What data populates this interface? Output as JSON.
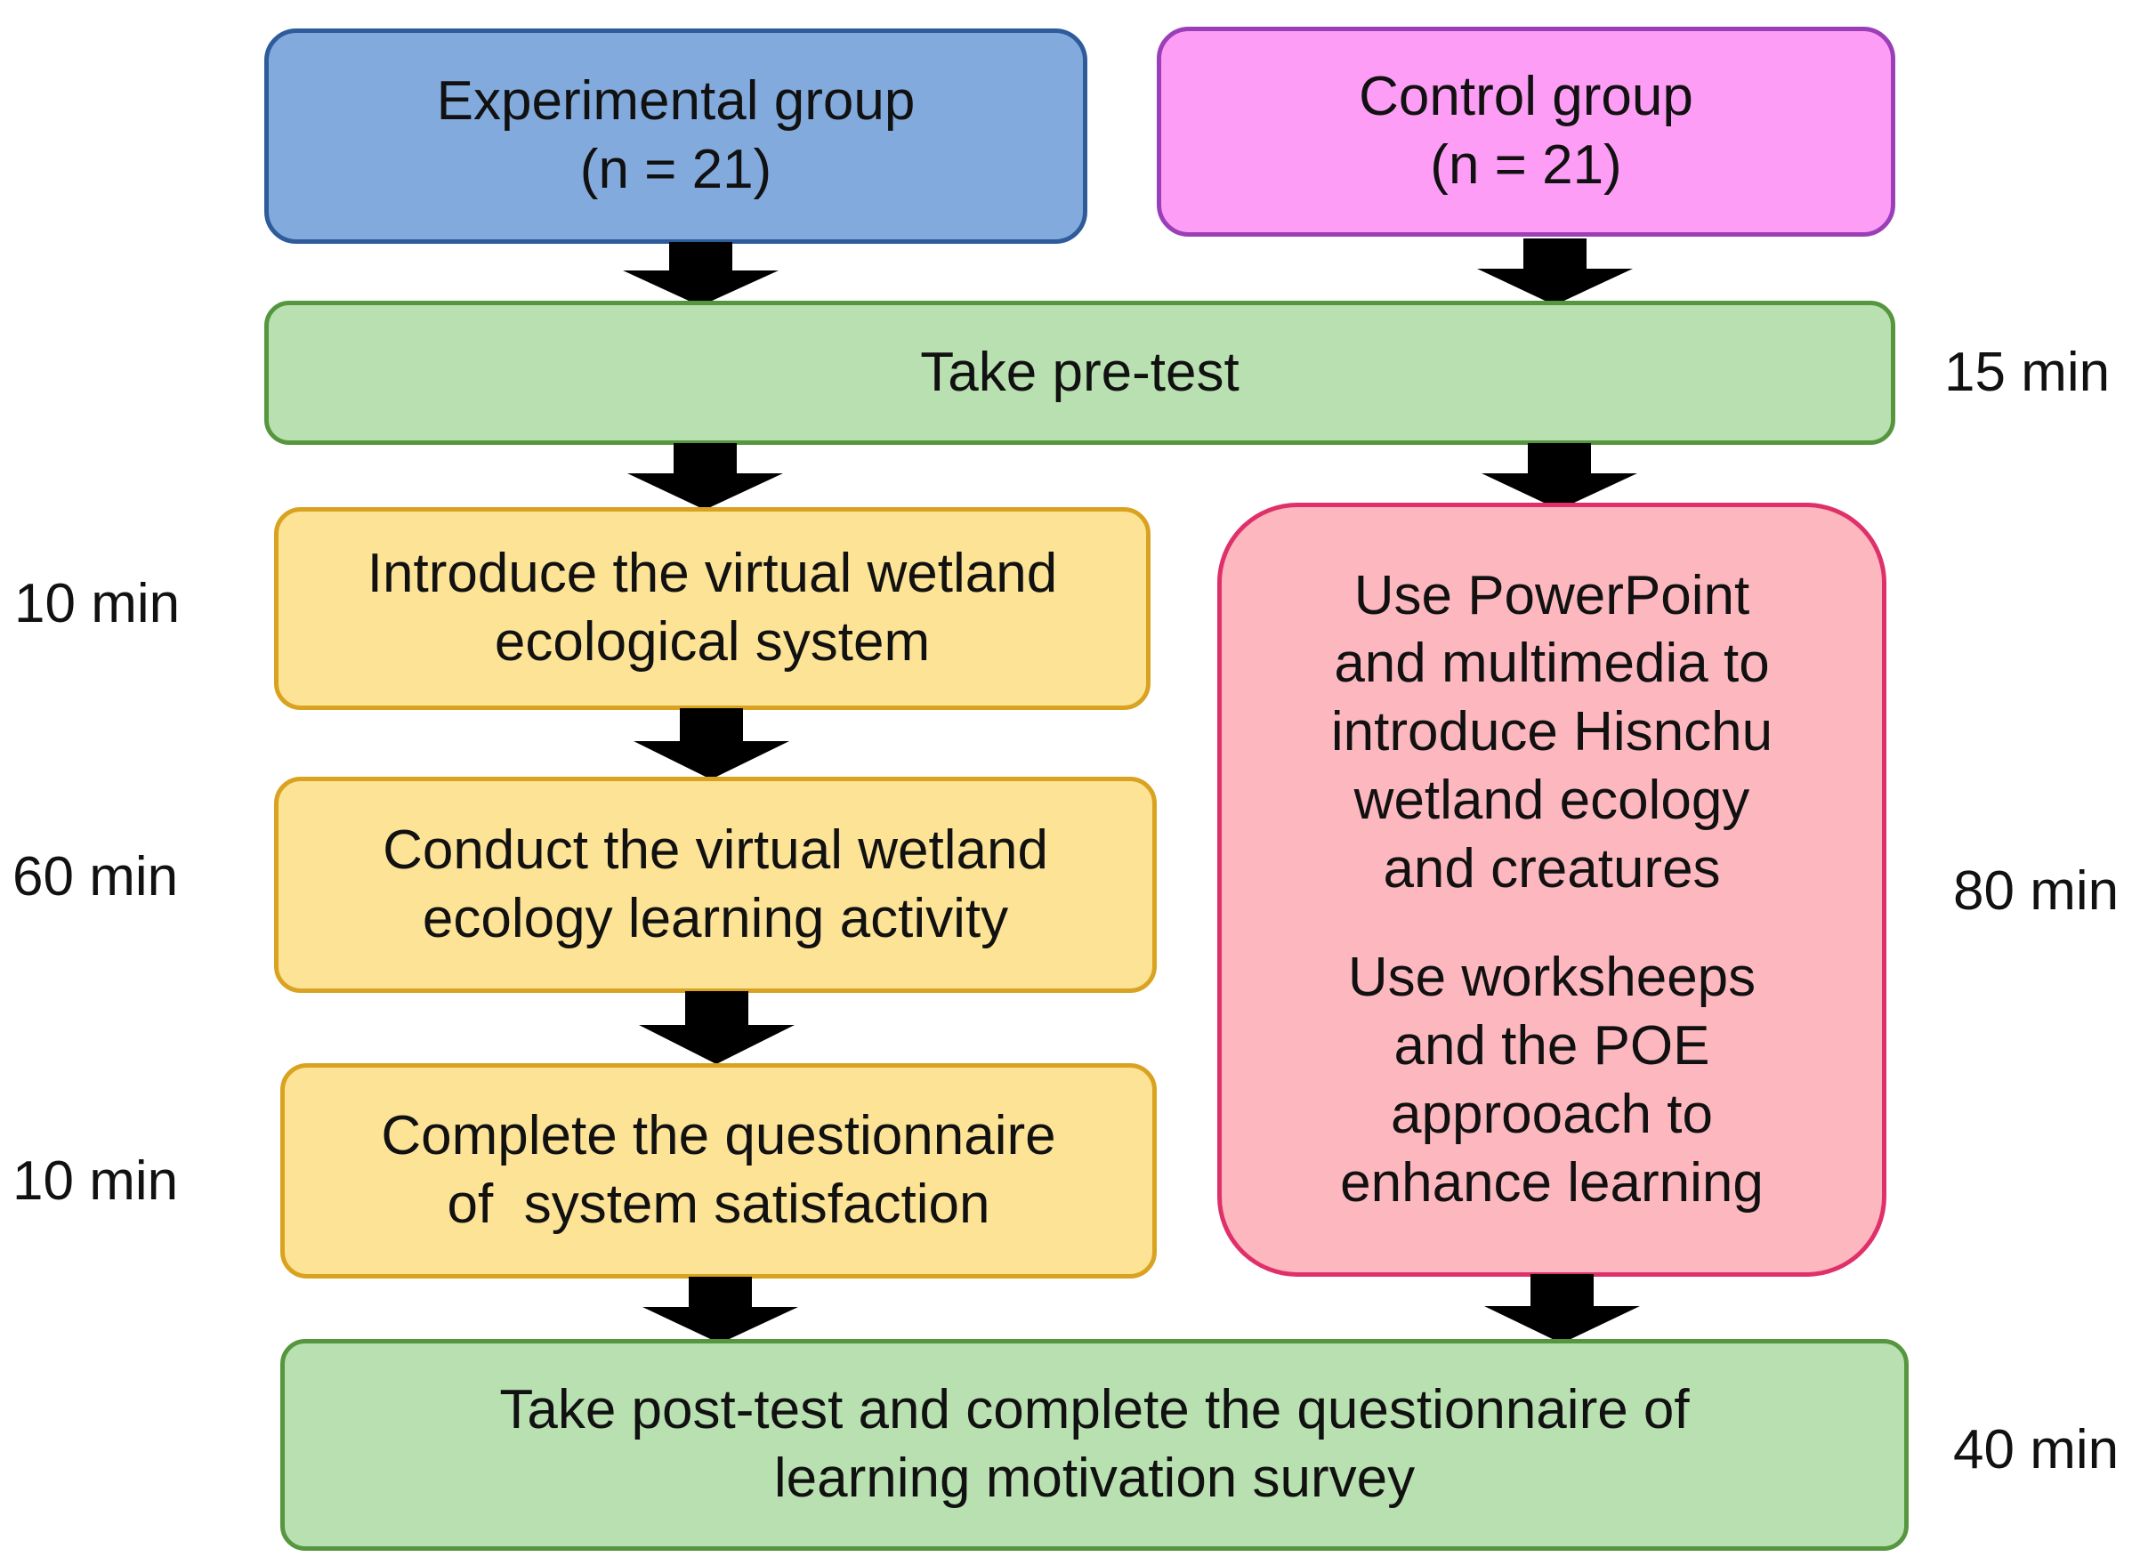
{
  "groups": {
    "experimental": [
      "Experimental group",
      "(n = 21)"
    ],
    "control": [
      "Control group",
      "(n = 21)"
    ]
  },
  "pretest": "Take pre-test",
  "experimental_steps": {
    "introduce": [
      "Introduce the virtual wetland",
      "ecological system"
    ],
    "conduct": [
      "Conduct the virtual wetland",
      "ecology learning activity"
    ],
    "complete": [
      "Complete the questionnaire",
      "of  system satisfaction"
    ]
  },
  "control_step": {
    "para1": [
      "Use PowerPoint",
      "and multimedia to",
      "introduce Hisnchu",
      "wetland ecology",
      "and creatures"
    ],
    "para2": [
      "Use worksheeps",
      "and the POE",
      "approoach to",
      "enhance learning"
    ]
  },
  "posttest": [
    "Take post-test and complete the questionnaire of",
    "learning motivation survey"
  ],
  "times": {
    "pretest": "15 min",
    "introduce": "10 min",
    "conduct": "60 min",
    "complete": "10 min",
    "control": "80 min",
    "posttest": "40 min"
  },
  "colors": {
    "experimental_fill": "#82aadc",
    "control_fill": "#fd9df5",
    "test_fill": "#b8e0b0",
    "activity_fill": "#fde396",
    "control_activity_fill": "#fdb8bf",
    "arrow": "#000000"
  }
}
